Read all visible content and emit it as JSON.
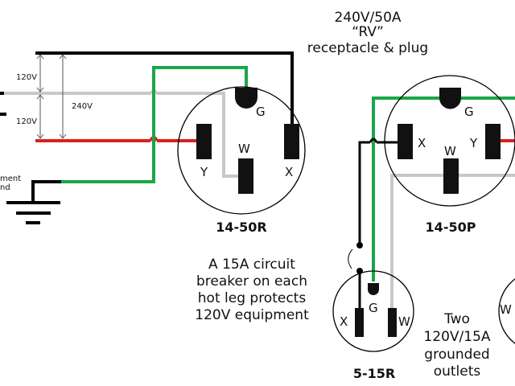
{
  "title": {
    "line1": "240V/50A",
    "line2": "“RV”",
    "line3": "receptacle & plug"
  },
  "left_labels": {
    "upper_voltage": "120V",
    "lower_voltage": "120V",
    "total_voltage": "240V",
    "ground_label_line1": "ment",
    "ground_label_line2": "nd"
  },
  "receptacle": {
    "code": "14-50R",
    "pins": {
      "ground": "G",
      "neutral": "W",
      "hot_y": "Y",
      "hot_x": "X"
    }
  },
  "plug": {
    "code": "14-50P",
    "pins": {
      "ground": "G",
      "neutral": "W",
      "hot_x": "X",
      "hot_y": "Y"
    }
  },
  "outlet": {
    "code": "5-15R",
    "pins": {
      "hot": "X",
      "ground": "G",
      "neutral": "W"
    }
  },
  "outlet2_partial": {
    "pin_neutral": "W"
  },
  "breaker_note": [
    "A 15A circuit",
    "breaker on each",
    "hot leg protects",
    "120V equipment"
  ],
  "outlets_note": [
    "Two",
    "120V/15A",
    "grounded",
    "outlets"
  ],
  "wire_colors": {
    "hot_x": "#000000",
    "hot_y": "#d82020",
    "neutral": "#c8c8c8",
    "ground": "#1aa64a"
  }
}
